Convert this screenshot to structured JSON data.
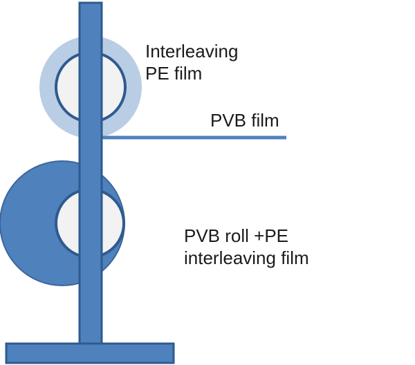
{
  "labels": {
    "pe_film_line1": "Interleaving",
    "pe_film_line2": "PE film",
    "pvb_film": "PVB film",
    "pvb_roll_line1": "PVB roll +PE",
    "pvb_roll_line2": "interleaving film"
  },
  "colors": {
    "roll_fill": "#4f81bd",
    "roll_stroke": "#3a6799",
    "pe_roll_fill": "#b9cde5",
    "core_fill": "#f2f2f2",
    "core_stroke": "#2e5b8f",
    "stand_fill": "#4f81bd",
    "stand_stroke": "#2e5b8f",
    "text": "#1a1a1a"
  }
}
